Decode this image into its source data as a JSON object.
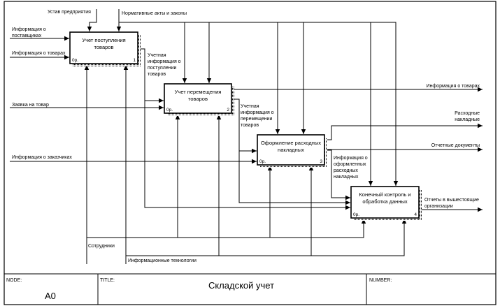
{
  "frame": {
    "node_caption": "NODE:",
    "node_value": "A0",
    "title_caption": "TITLE:",
    "title_value": "Складской учет",
    "number_caption": "NUMBER:"
  },
  "boxes": [
    {
      "lines": [
        "Учет поступления",
        "товаров"
      ],
      "cost": "0р.",
      "num": "1"
    },
    {
      "lines": [
        "Учет перемещения",
        "товаров"
      ],
      "cost": "0р.",
      "num": "2"
    },
    {
      "lines": [
        "Оформление расходных",
        "накладных"
      ],
      "cost": "0р.",
      "num": "3"
    },
    {
      "lines": [
        "Конечный контроль и",
        "обработка данных"
      ],
      "cost": "0р.",
      "num": "4"
    }
  ],
  "labels": {
    "ustav": [
      "Устав предприятия"
    ],
    "normativ": [
      "Нормативные акты и законы"
    ],
    "info_supp": [
      "Информация о",
      "поставщиках"
    ],
    "info_goods_in": [
      "Информация о товарах"
    ],
    "zayavka": [
      "Заявка на товар"
    ],
    "info_cust": [
      "Информация о заказчиках"
    ],
    "uchet_post": [
      "Учетная",
      "информация о",
      "поступлении",
      "товаров"
    ],
    "uchet_perem": [
      "Учетная",
      "информация о",
      "перемещении",
      "товаров"
    ],
    "info_oform": [
      "Информация о",
      "оформленных",
      "расходных",
      "накладных"
    ],
    "info_goods_out": [
      "Информация о товарах"
    ],
    "rashod": [
      "Расходные",
      "накладные"
    ],
    "otchet_doc": [
      "Отчетные документы"
    ],
    "otchet_vysh": [
      "Отчеты в вышестоящие",
      "организации"
    ],
    "sotrudniki": [
      "Сотрудники"
    ],
    "info_tech": [
      "Информационные технологии"
    ]
  }
}
